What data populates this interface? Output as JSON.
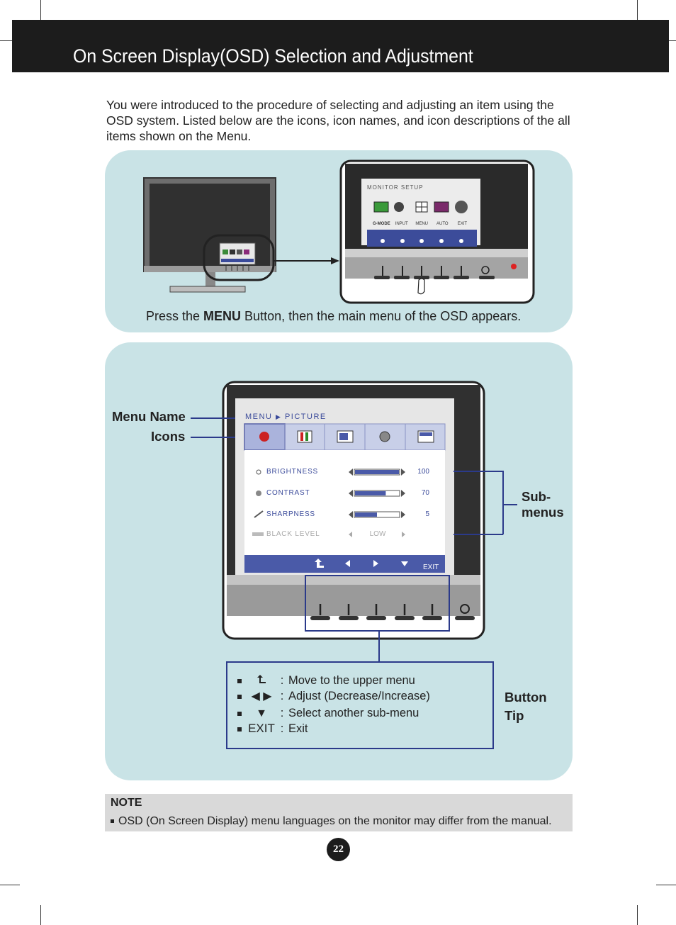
{
  "header": {
    "title": "On Screen Display(OSD) Selection and Adjustment"
  },
  "intro": {
    "text": "You were introduced to the procedure of selecting and adjusting an item using the OSD system. Listed below are the icons, icon names, and icon descriptions of the all items shown on the Menu."
  },
  "top_panel": {
    "caption_before": "Press the ",
    "caption_bold": "MENU",
    "caption_after": " Button, then the main menu of the OSD appears.",
    "osd_title": "MONITOR SETUP",
    "osd_items": [
      "G-MODE",
      "INPUT",
      "MENU",
      "AUTO",
      "EXIT"
    ]
  },
  "bottom_panel": {
    "menu_name_label": "Menu Name",
    "icons_label": "Icons",
    "submenus_label_line1": "Sub-",
    "submenus_label_line2": "menus",
    "button_tip_label_line1": "Button",
    "button_tip_label_line2": "Tip",
    "osd": {
      "breadcrumb_menu": "MENU",
      "breadcrumb_page": "PICTURE",
      "rows": [
        {
          "label": "BRIGHTNESS",
          "value": "100",
          "level": 1.0
        },
        {
          "label": "CONTRAST",
          "value": "70",
          "level": 0.7
        },
        {
          "label": "SHARPNESS",
          "value": "5",
          "level": 0.5
        },
        {
          "label": "BLACK LEVEL",
          "value": "LOW",
          "level": null
        }
      ],
      "exit_label": "EXIT"
    },
    "tips": [
      {
        "symbol": "",
        "colon": ":",
        "text": "Move to the upper menu"
      },
      {
        "symbol": "◀ ▶",
        "colon": ":",
        "text": "Adjust (Decrease/Increase)"
      },
      {
        "symbol": "▼",
        "colon": ":",
        "text": "Select another sub-menu"
      },
      {
        "symbol": "EXIT",
        "colon": ":",
        "text": "Exit"
      }
    ]
  },
  "note": {
    "title": "NOTE",
    "text": "OSD (On Screen Display) menu languages on the monitor may differ from the manual."
  },
  "page_number": "22"
}
